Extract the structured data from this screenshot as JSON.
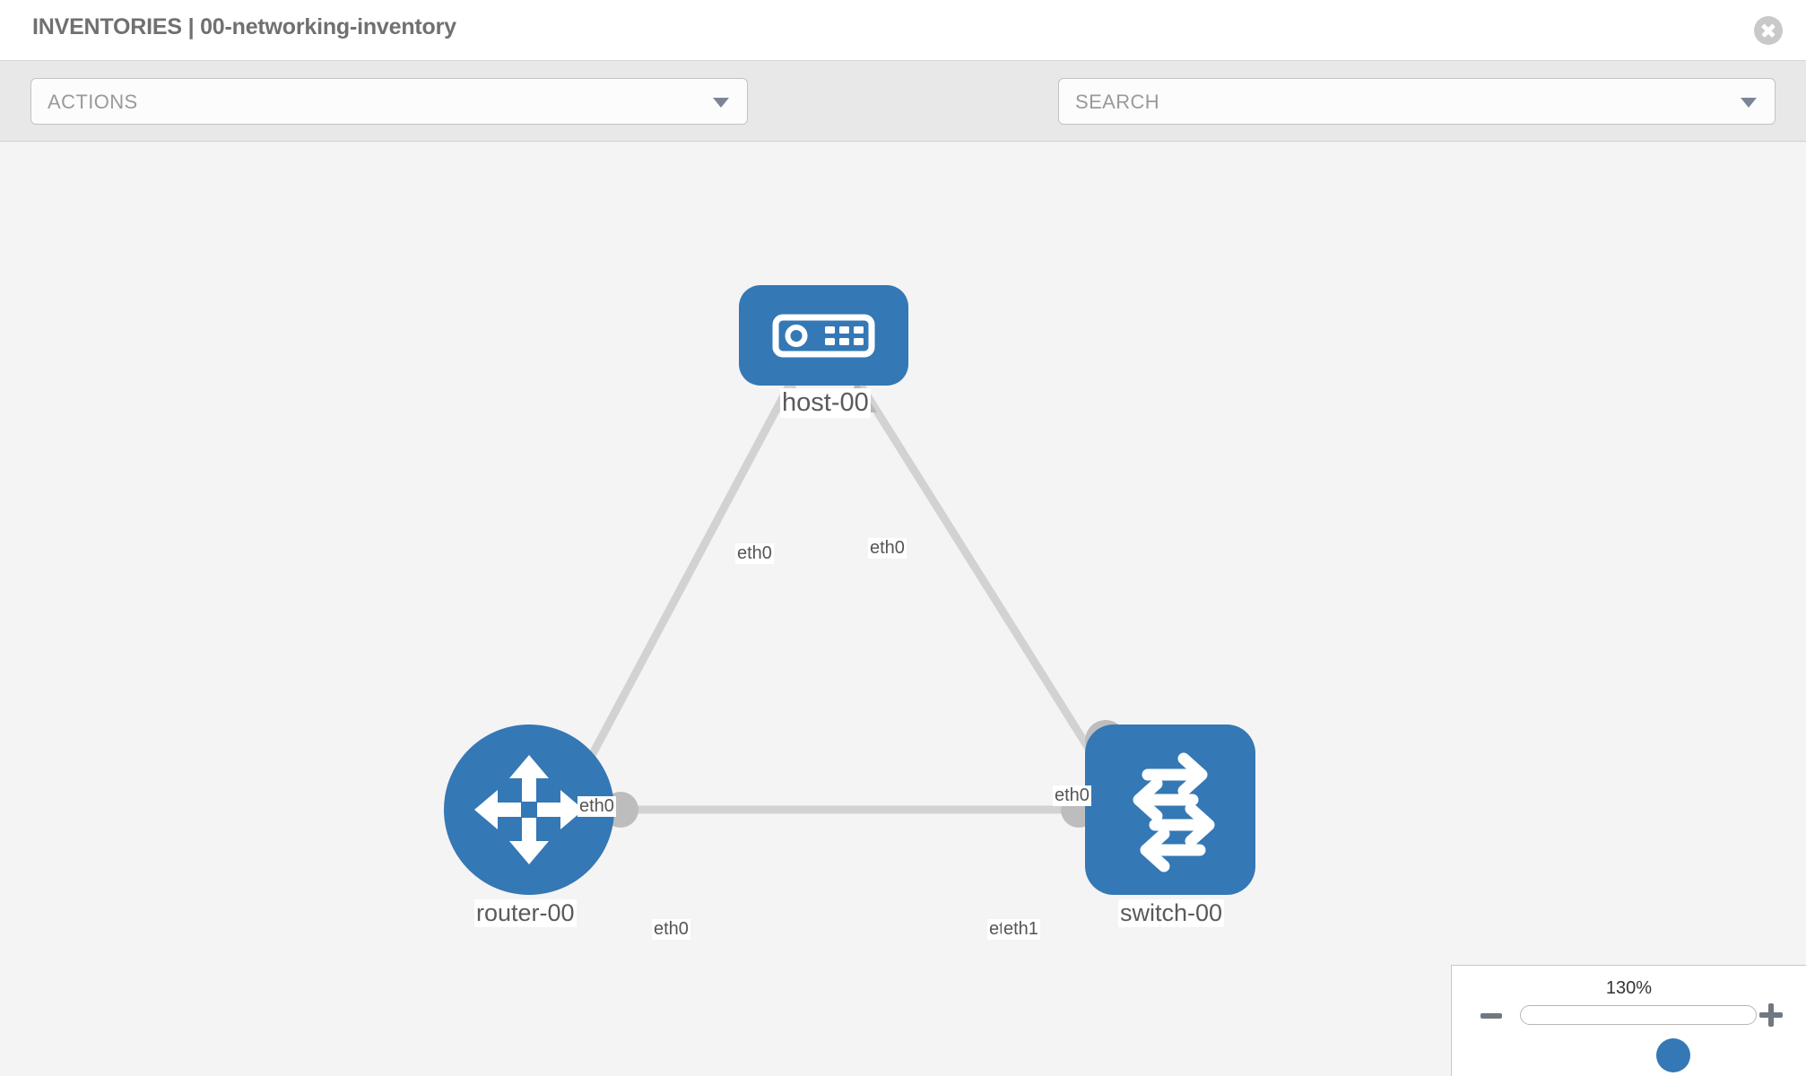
{
  "header": {
    "title": "INVENTORIES | 00-networking-inventory",
    "close_icon": "close-icon"
  },
  "toolbar": {
    "actions_label": "ACTIONS",
    "actions_caret_icon": "chevron-down-icon",
    "wrench_icon": "wrench-icon",
    "key_icon": "key-icon",
    "search_placeholder": "SEARCH",
    "search_caret_icon": "chevron-down-icon"
  },
  "topology": {
    "accent_color": "#3478b5",
    "edge_color": "#d2d2d2",
    "interface_dot_color": "#b9b9b9",
    "nodes": [
      {
        "id": "host-00",
        "label": "host-00",
        "icon": "server-icon",
        "shape": "rounded-rect"
      },
      {
        "id": "router-00",
        "label": "router-00",
        "icon": "router-icon",
        "shape": "circle"
      },
      {
        "id": "switch-00",
        "label": "switch-00",
        "icon": "switch-icon",
        "shape": "rounded-square"
      }
    ],
    "links": [
      {
        "from": "host-00",
        "from_iface": "eth0",
        "to": "router-00",
        "to_iface": "eth0"
      },
      {
        "from": "host-00",
        "from_iface": "eth0",
        "to": "switch-00",
        "to_iface": "eth0"
      },
      {
        "from": "router-00",
        "from_iface": "eth0",
        "to": "switch-00",
        "to_iface": "eth1"
      }
    ],
    "edge_labels": {
      "host_left": "eth0",
      "host_right": "eth0",
      "router_upper": "eth0",
      "switch_upper": "eth0",
      "router_right": "eth0",
      "switch_left_a": "eth",
      "switch_left_b": "eth1"
    }
  },
  "zoom_control": {
    "value": "130%",
    "minus_label": "minus-icon",
    "plus_label": "plus-icon"
  }
}
